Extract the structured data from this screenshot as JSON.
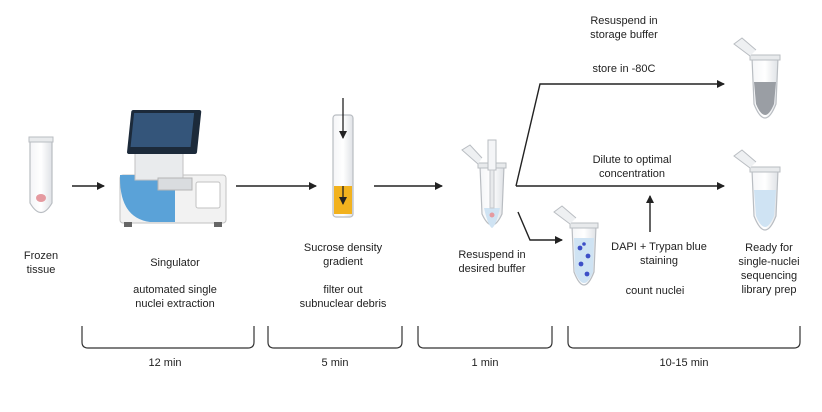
{
  "steps": {
    "frozen_tissue": "Frozen\ntissue",
    "singulator": "Singulator",
    "singulator_desc": "automated single\nnuclei extraction",
    "sucrose": "Sucrose density\ngradient",
    "sucrose_desc": "filter out\nsubnuclear debris",
    "resuspend": "Resuspend in\ndesired buffer",
    "storage": "Resuspend in\nstorage buffer",
    "store": "store in -80C",
    "dilute": "Dilute to optimal\nconcentration",
    "dapi": "DAPI + Trypan blue\nstaining",
    "count": "count nuclei",
    "ready": "Ready for\nsingle-nuclei\nsequencing\nlibrary prep"
  },
  "durations": [
    "12 min",
    "5 min",
    "1 min",
    "10-15 min"
  ],
  "colors": {
    "device_blue": "#5aa2d8",
    "screen": "#1c2a3a",
    "gradient_orange": "#f2b21e",
    "tissue_pink": "#e59aa0",
    "nuclei_blue": "#3d4fc7",
    "liquid_blue": "#cfe3f3"
  }
}
